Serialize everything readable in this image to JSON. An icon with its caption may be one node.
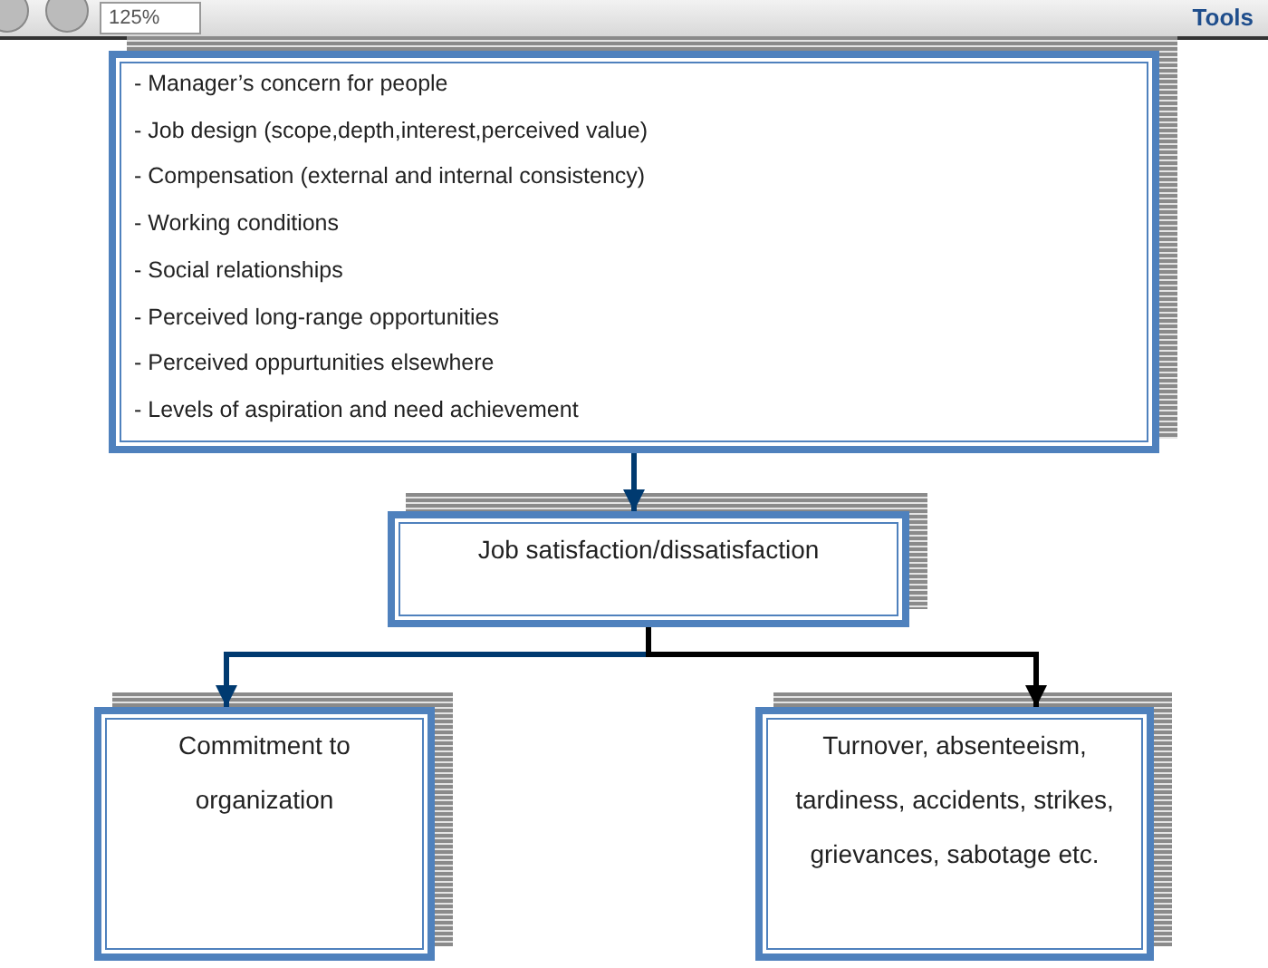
{
  "diagram": {
    "nodes": [
      {
        "text": [
          "- Manager’s concern for people",
          "- Job design (scope,depth,interest,perceived value)",
          "- Compensation (external and internal consistency)",
          "- Working conditions",
          "- Social relationships",
          "- Perceived long-range opportunities",
          "- Perceived oppurtunities elsewhere",
          "- Levels of aspiration and need achievement"
        ]
      },
      {
        "text": [
          "Job satisfaction/dissatisfaction"
        ]
      },
      {
        "text": [
          "Commitment to organization"
        ]
      },
      {
        "text": [
          "Turnover, absenteeism, tardiness, accidents, strikes, grievances, sabotage etc."
        ]
      }
    ],
    "edges": [
      {
        "from": 0,
        "to": 1,
        "arrow": "to"
      },
      {
        "from": 1,
        "to": 2,
        "arrow": "to"
      },
      {
        "from": 1,
        "to": 3,
        "arrow": "to",
        "color": "#000000"
      }
    ],
    "labels": [
      "125%",
      "Tools"
    ]
  }
}
